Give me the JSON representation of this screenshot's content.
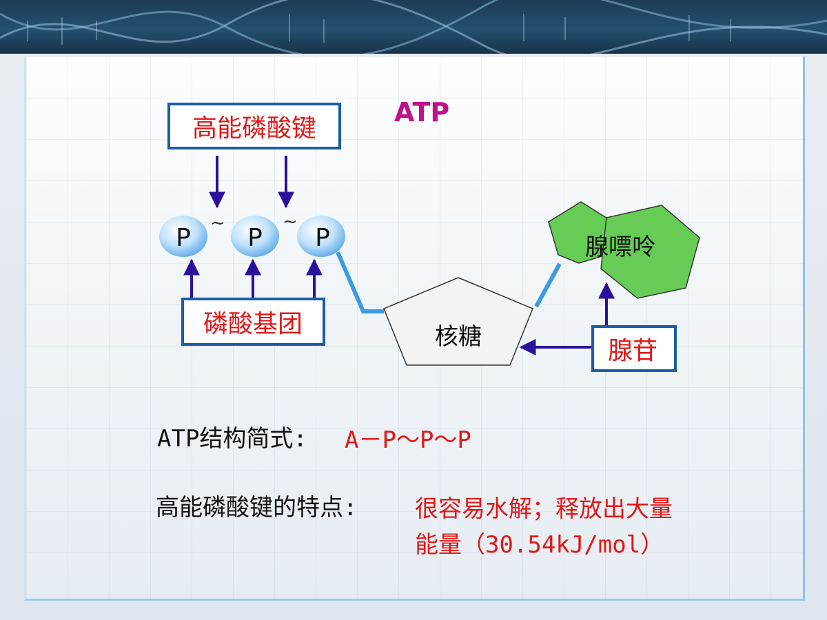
{
  "title": "ATP",
  "labels": {
    "high_energy_bond": "高能磷酸键",
    "phosphate_group": "磷酸基团",
    "ribose": "核糖",
    "adenine": "腺嘌呤",
    "adenosine": "腺苷",
    "p1": "P",
    "p2": "P",
    "p3": "P",
    "tilde1": "~",
    "tilde2": "~"
  },
  "formula": {
    "label": "ATP结构简式:",
    "value": "A－P～P～P"
  },
  "feature": {
    "label": "高能磷酸键的特点:",
    "line1": "很容易水解；释放出大量",
    "line2": "能量（30.54kJ/mol）"
  },
  "colors": {
    "title": "#c0108a",
    "red_text": "#e01818",
    "box_border": "#1a5ea8",
    "arrow": "#2a109a",
    "bond_line": "#3b9be0",
    "adenine_fill": "#66cc55",
    "ribose_fill": "#f3f3f3"
  }
}
